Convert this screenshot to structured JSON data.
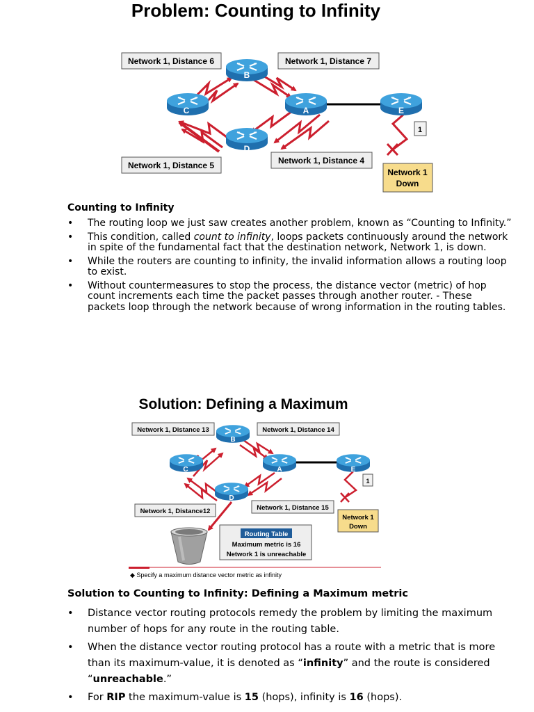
{
  "top": {
    "title": "Problem: Counting to Infinity",
    "diagram": {
      "label_b_left": "Network 1, Distance 6",
      "label_b_right": "Network 1, Distance 7",
      "label_d_left": "Network 1, Distance 5",
      "label_d_right": "Network 1, Distance 4",
      "hop_count": "1",
      "down_line1": "Network 1",
      "down_line2": "Down",
      "routers": [
        "B",
        "C",
        "A",
        "E",
        "D"
      ]
    },
    "heading": "Counting to Infinity",
    "bullets": [
      {
        "pre": "The routing loop we just saw creates another problem, known as “Counting to Infinity.”",
        "em": "",
        "post": ""
      },
      {
        "pre": "This condition, called ",
        "em": "count to infinity",
        "post": ", loops packets continuously around the network in spite of the fundamental fact that the destination network, Network 1, is down."
      },
      {
        "pre": "While the routers are counting to infinity, the invalid information allows a routing loop to exist.",
        "em": "",
        "post": ""
      },
      {
        "pre": "Without countermeasures to stop the process, the distance vector (metric) of hop count increments each time the packet passes through another router. - These packets loop through the network because of wrong information in the routing tables.",
        "em": "",
        "post": ""
      }
    ]
  },
  "bottom": {
    "title": "Solution: Defining a Maximum",
    "diagram": {
      "label_b_left": "Network 1, Distance 13",
      "label_b_right": "Network 1, Distance 14",
      "label_d_left": "Network 1, Distance12",
      "label_d_right": "Network 1, Distance 15",
      "hop_count": "1",
      "down_line1": "Network 1",
      "down_line2": "Down",
      "routing_table_header": "Routing Table",
      "routing_table_line1": "Maximum metric is 16",
      "routing_table_line2": "Network 1 is unreachable",
      "caption": "◆ Specify a maximum distance vector metric as infinity",
      "routers": [
        "B",
        "C",
        "A",
        "E",
        "D"
      ]
    },
    "heading": "Solution to Counting to Infinity: Defining a Maximum metric",
    "bullets": [
      {
        "a": "Distance vector routing protocols remedy the problem by limiting the maximum number of hops for any route in the routing table.",
        "b1": "",
        "c": "",
        "b2": "",
        "d": ""
      },
      {
        "a": "When the distance vector routing protocol has a route with a metric that is more than its maximum-value, it is denoted as “",
        "b1": "infinity",
        "c": "” and the route is considered “",
        "b2": "unreachable",
        "d": ".”"
      },
      {
        "a": "For ",
        "b1": "RIP",
        "c": " the maximum-value is ",
        "b2": "15",
        "d": " (hops), infinity is ",
        "b3": "16",
        "e": " (hops)."
      }
    ]
  },
  "colors": {
    "arrow": "#cc1f2e",
    "router_top": "#3fa2dd",
    "router_side": "#1f6fae",
    "down_box": "#f7dc8c",
    "table_header": "#1f5c99"
  }
}
